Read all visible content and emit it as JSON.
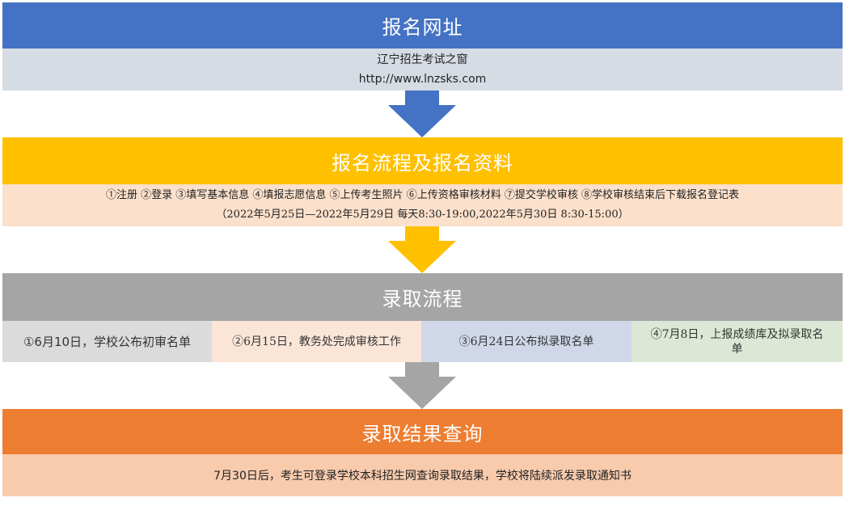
{
  "colors": {
    "blue": "#4472C4",
    "gray_light": "#D6DCE4",
    "gold": "#FFC000",
    "peach": "#FBE0CB",
    "gray": "#A5A5A5",
    "arrow_gray": "#A5A5A5",
    "orange": "#ED7D31",
    "pink": "#F8CBAD",
    "step_gray": "#DBDBDB",
    "step_peach": "#FBE5D6",
    "step_lavender": "#D0D7E8",
    "step_green": "#DCE8D5"
  },
  "section1": {
    "title": "报名网址",
    "line1": "辽宁招生考试之窗",
    "line2": "http://www.lnzsks.com"
  },
  "section2": {
    "title": "报名流程及报名资料",
    "steps": "①注册 ②登录 ③填写基本信息 ④填报志愿信息 ⑤上传考生照片 ⑥上传资格审核材料 ⑦提交学校审核 ⑧学校审核结束后下载报名登记表",
    "dates": "（2022年5月25日—2022年5月29日 每天8:30-19:00,2022年5月30日 8:30-15:00）"
  },
  "section3": {
    "title": "录取流程",
    "items": [
      "①6月10日，学校公布初审名单",
      "②6月15日，教务处完成审核工作",
      "③6月24日公布拟录取名单",
      "④7月8日，上报成绩库及拟录取名单"
    ]
  },
  "section4": {
    "title": "录取结果查询",
    "text": "7月30日后，考生可登录学校本科招生网查询录取结果，学校将陆续派发录取通知书"
  }
}
